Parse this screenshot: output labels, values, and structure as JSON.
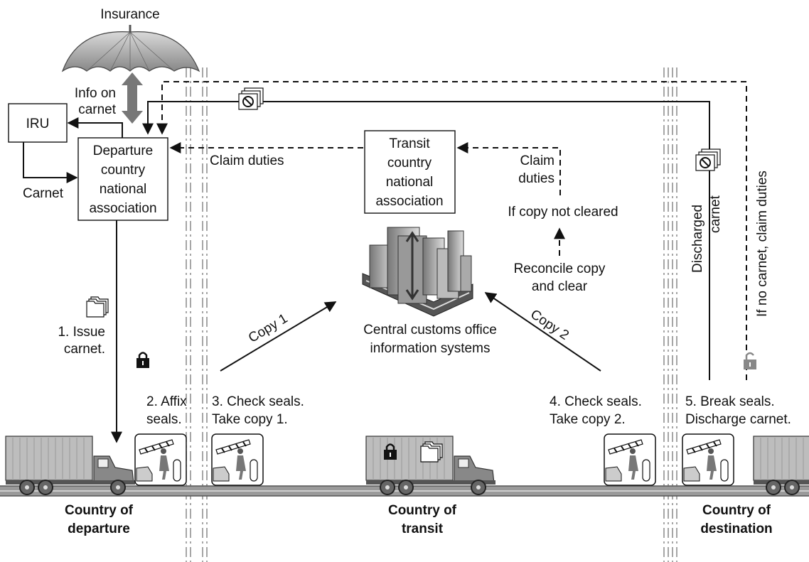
{
  "labels": {
    "insurance": "Insurance",
    "info_on_carnet": [
      "Info on",
      "carnet"
    ],
    "iru": "IRU",
    "carnet": "Carnet",
    "departure_assoc": [
      "Departure",
      "country",
      "national",
      "association"
    ],
    "claim_duties_left": "Claim duties",
    "transit_assoc": [
      "Transit",
      "country",
      "national",
      "association"
    ],
    "claim_duties_right": [
      "Claim",
      "duties"
    ],
    "if_copy_not_cleared": "If copy not cleared",
    "reconcile": [
      "Reconcile copy",
      "and clear"
    ],
    "central_customs": [
      "Central customs office",
      "information systems"
    ],
    "copy1": "Copy 1",
    "copy2": "Copy 2",
    "discharged_carnet": [
      "Discharged",
      "carnet"
    ],
    "if_no_carnet": "If no carnet, claim duties",
    "step1": [
      "1. Issue",
      "carnet."
    ],
    "step2": [
      "2. Affix",
      "seals."
    ],
    "step3": [
      "3. Check seals.",
      "Take copy 1."
    ],
    "step4": [
      "4. Check seals.",
      "Take copy 2."
    ],
    "step5": [
      "5. Break seals.",
      "Discharge carnet."
    ],
    "country_departure": [
      "Country of",
      "departure"
    ],
    "country_transit": [
      "Country of",
      "transit"
    ],
    "country_destination": [
      "Country of",
      "destination"
    ]
  },
  "colors": {
    "ink": "#111111",
    "gray_dark": "#555555",
    "gray_mid": "#999999",
    "gray_light": "#cccccc",
    "border_line": "#888888"
  },
  "icons": [
    "umbrella-icon",
    "document-stack-icon",
    "padlock-icon",
    "truck-icon",
    "border-crossing-icon",
    "building-icon",
    "cancelled-document-icon"
  ]
}
